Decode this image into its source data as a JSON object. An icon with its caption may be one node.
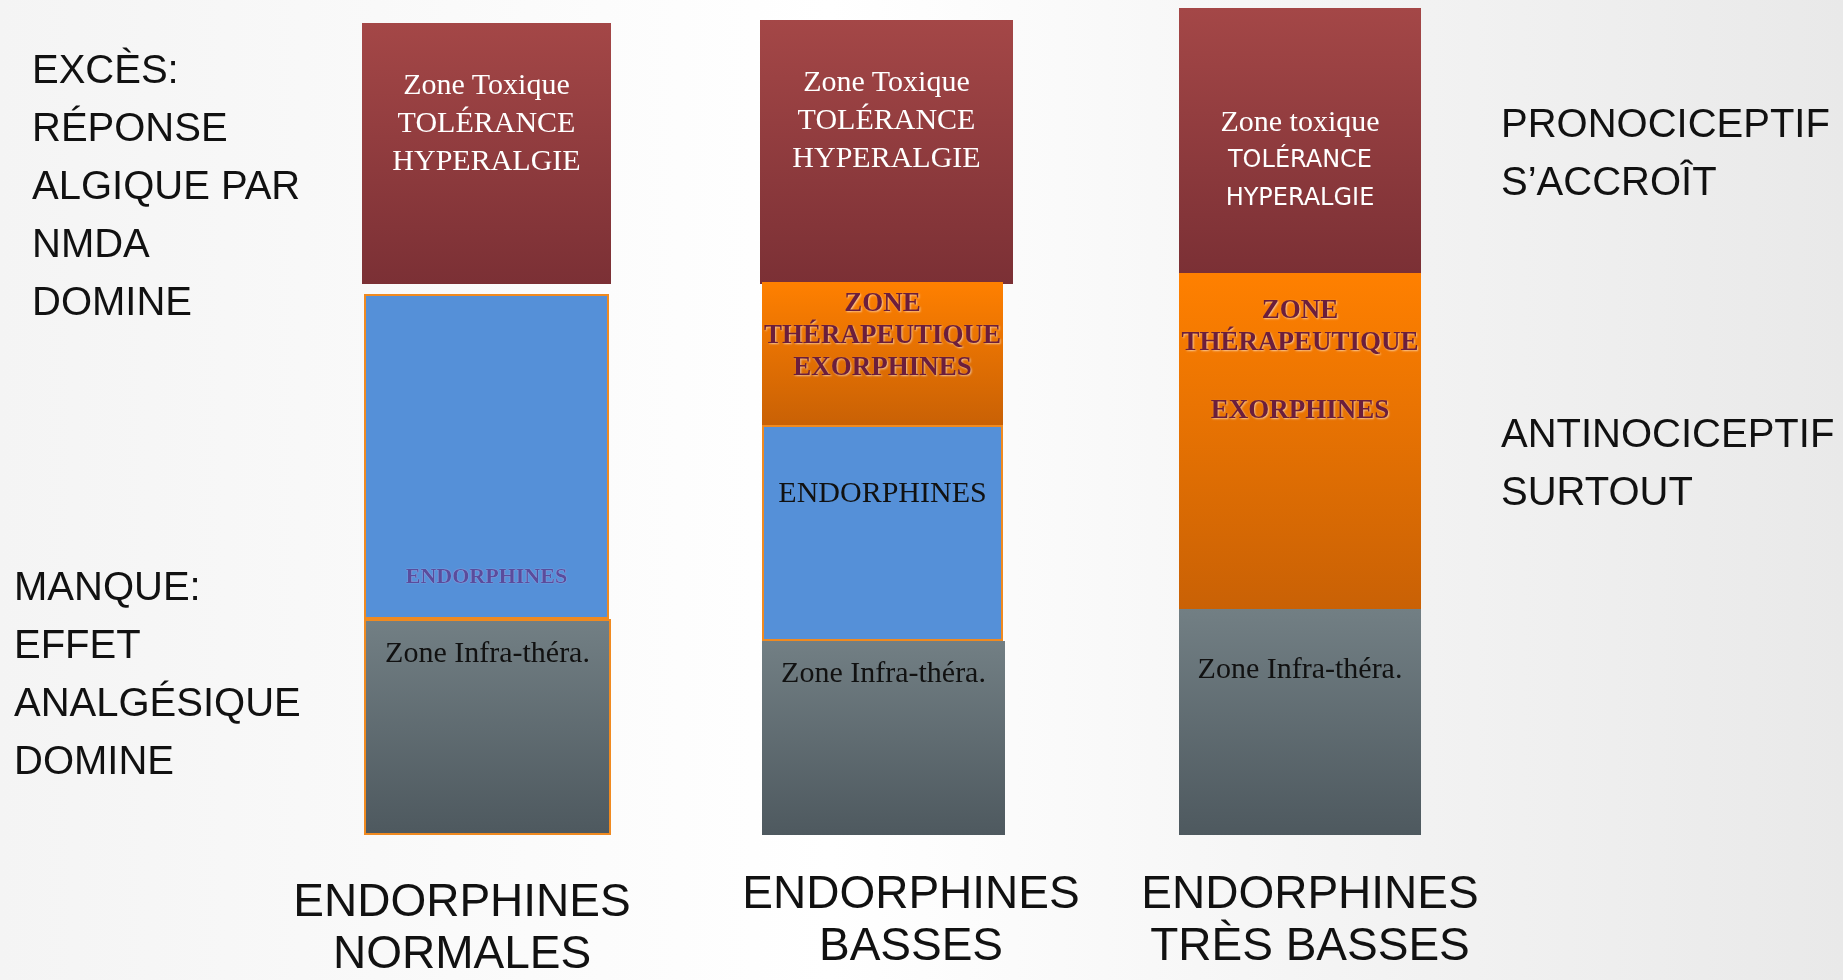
{
  "diagram": {
    "nodes": [
      {
        "text": [
          "Zone Toxique",
          "TOLÉRANCE HYPERALGIE"
        ]
      },
      {
        "text": [
          "ENDORPHINES"
        ]
      },
      {
        "text": [
          "Zone Infra-théra."
        ]
      },
      {
        "text": [
          "Zone Toxique",
          "TOLÉRANCE HYPERALGIE"
        ]
      },
      {
        "text": [
          "ZONE THÉRAPEUTIQUE EXORPHINES"
        ]
      },
      {
        "text": [
          "ENDORPHINES"
        ]
      },
      {
        "text": [
          "Zone Infra-théra."
        ]
      },
      {
        "text": [
          "Zone toxique",
          "TOLÉRANCE HYPERALGIE"
        ]
      },
      {
        "text": [
          "ZONE THÉRAPEUTIQUE",
          "EXORPHINES"
        ]
      },
      {
        "text": [
          "Zone Infra-théra."
        ]
      }
    ],
    "labels": [
      "EXCÈS: RÉPONSE ALGIQUE PAR NMDA DOMINE",
      "PRONOCICEPTIF S’ACCROÎT",
      "ANTINOCICEPTIF SURTOUT",
      "MANQUE: EFFET ANALGÉSIQUE DOMINE",
      "ENDORPHINES NORMALES",
      "ENDORPHINES BASSES",
      "ENDORPHINES TRÈS BASSES"
    ]
  }
}
